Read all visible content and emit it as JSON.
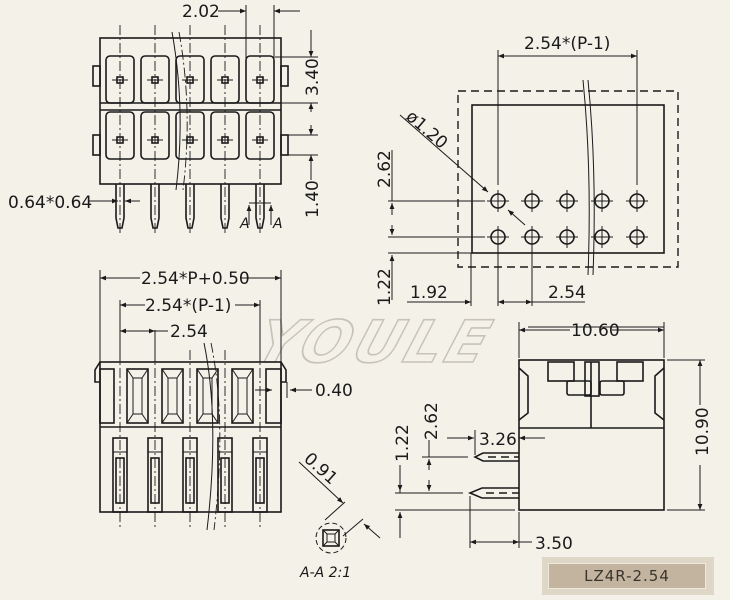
{
  "watermark": "YOULE",
  "model_label": "LZ4R-2.54",
  "views": {
    "top_view": {
      "dims": {
        "pitch_offset": "2.02",
        "row_height": "3.40",
        "pin_offset": "1.40",
        "pin_size": "0.64*0.64",
        "section_mark_left": "A",
        "section_mark_right": "A"
      }
    },
    "pcb_layout": {
      "dims": {
        "span": "2.54*(P-1)",
        "hole_dia": "ø1.20",
        "row_pitch": "2.62",
        "edge_offset_y": "1.22",
        "edge_offset_x": "1.92",
        "pitch": "2.54"
      }
    },
    "front_view": {
      "dims": {
        "overall": "2.54*P+0.50",
        "span": "2.54*(P-1)",
        "pitch": "2.54",
        "wall": "0.40"
      }
    },
    "section_detail": {
      "dim": "0.91",
      "caption": "A-A 2:1"
    },
    "side_view": {
      "dims": {
        "width": "10.60",
        "height": "10.90",
        "pin_tail": "3.26",
        "row_pitch": "2.62",
        "bottom_offset": "1.22",
        "pin_length": "3.50"
      }
    }
  }
}
